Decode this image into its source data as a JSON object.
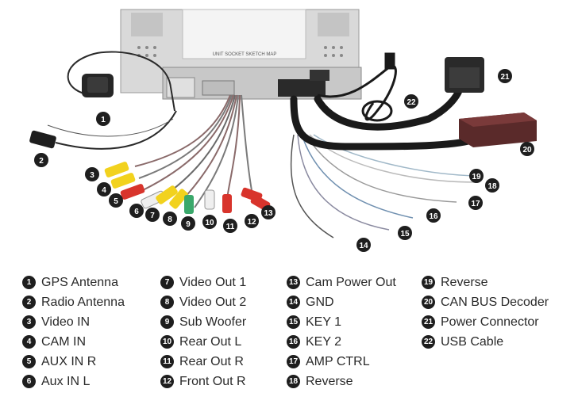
{
  "unit_label": "UNIT SOCKET SKETCH MAP",
  "legend": [
    {
      "num": "1",
      "label": "GPS Antenna"
    },
    {
      "num": "2",
      "label": "Radio Antenna"
    },
    {
      "num": "3",
      "label": "Video IN"
    },
    {
      "num": "4",
      "label": "CAM IN"
    },
    {
      "num": "5",
      "label": "AUX IN R"
    },
    {
      "num": "6",
      "label": "Aux IN L"
    },
    {
      "num": "7",
      "label": "Video Out 1"
    },
    {
      "num": "8",
      "label": "Video Out 2"
    },
    {
      "num": "9",
      "label": "Sub Woofer"
    },
    {
      "num": "10",
      "label": "Rear Out L"
    },
    {
      "num": "11",
      "label": "Rear Out R"
    },
    {
      "num": "12",
      "label": "Front Out R"
    },
    {
      "num": "13",
      "label": "Cam Power Out"
    },
    {
      "num": "14",
      "label": "GND"
    },
    {
      "num": "15",
      "label": "KEY 1"
    },
    {
      "num": "16",
      "label": "KEY 2"
    },
    {
      "num": "17",
      "label": "AMP CTRL"
    },
    {
      "num": "18",
      "label": "Reverse"
    },
    {
      "num": "19",
      "label": "Reverse"
    },
    {
      "num": "20",
      "label": "CAN BUS Decoder"
    },
    {
      "num": "21",
      "label": "Power Connector"
    },
    {
      "num": "22",
      "label": "USB Cable"
    }
  ],
  "colors": {
    "badge": "#1e1e1e",
    "rca_yellow": "#f2d21e",
    "rca_red": "#d8342c",
    "rca_green": "#3aa86b",
    "rca_white": "#efefef",
    "harness": "#1a1a1a",
    "chassis": "#d9d9d9"
  }
}
